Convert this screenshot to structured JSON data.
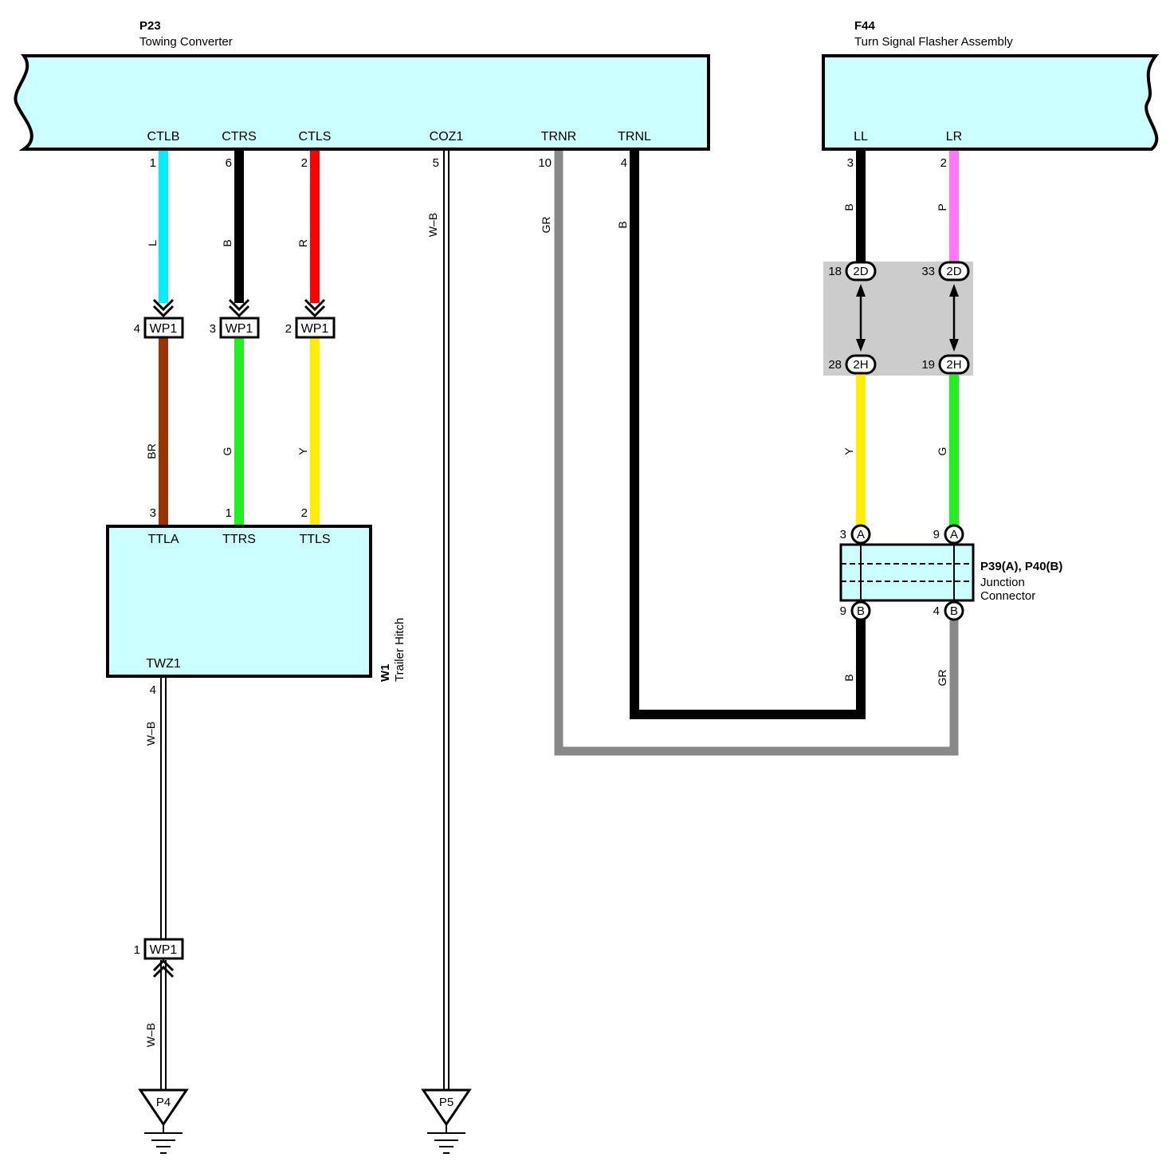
{
  "components": {
    "p23": {
      "id": "P23",
      "name": "Towing Converter",
      "terminals": [
        {
          "name": "CTLB",
          "pin": "1"
        },
        {
          "name": "CTRS",
          "pin": "6"
        },
        {
          "name": "CTLS",
          "pin": "2"
        },
        {
          "name": "COZ1",
          "pin": "5"
        },
        {
          "name": "TRNR",
          "pin": "10"
        },
        {
          "name": "TRNL",
          "pin": "4"
        }
      ]
    },
    "f44": {
      "id": "F44",
      "name": "Turn Signal Flasher Assembly",
      "terminals": [
        {
          "name": "LL",
          "pin": "3"
        },
        {
          "name": "LR",
          "pin": "2"
        }
      ]
    },
    "w1": {
      "id": "W1",
      "name": "Trailer Hitch",
      "terminals": [
        {
          "name": "TTLA",
          "pin": "3"
        },
        {
          "name": "TTRS",
          "pin": "1"
        },
        {
          "name": "TTLS",
          "pin": "2"
        },
        {
          "name": "TWZ1",
          "pin": "4"
        }
      ]
    },
    "junction": {
      "id": "P39(A), P40(B)",
      "name_line1": "Junction",
      "name_line2": "Connector",
      "pins_top": [
        {
          "pin": "3",
          "tag": "A"
        },
        {
          "pin": "9",
          "tag": "A"
        }
      ],
      "pins_bottom": [
        {
          "pin": "9",
          "tag": "B"
        },
        {
          "pin": "4",
          "tag": "B"
        }
      ]
    }
  },
  "connectors": {
    "wp1": {
      "label": "WP1",
      "pins": [
        "4",
        "3",
        "2",
        "1"
      ]
    },
    "j2d": {
      "label": "2D",
      "pins": [
        "18",
        "33"
      ]
    },
    "j2h": {
      "label": "2H",
      "pins": [
        "28",
        "19"
      ]
    }
  },
  "wires": {
    "ctlb": "L",
    "ctrs": "B",
    "ctls": "R",
    "coz1": "W–B",
    "trnr": "GR",
    "trnl": "B",
    "ll": "B",
    "lr": "P",
    "ttla": "BR",
    "ttrs": "G",
    "ttls": "Y",
    "ll_lower": "Y",
    "lr_lower": "G",
    "jb_left": "B",
    "jb_right": "GR",
    "twz1_upper": "W–B",
    "twz1_lower": "W–B"
  },
  "grounds": {
    "p4": "P4",
    "p5": "P5"
  },
  "colors": {
    "component_fill": "#ccffff",
    "splice_fill": "#cccccc",
    "L": "#00eeff",
    "B": "#000000",
    "R": "#ff0000",
    "GR": "#888888",
    "P": "#ff77ff",
    "BR": "#993300",
    "G": "#22ee22",
    "Y": "#ffee00"
  }
}
